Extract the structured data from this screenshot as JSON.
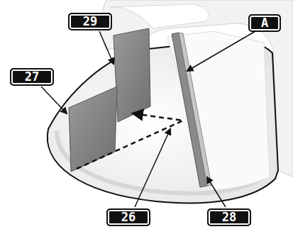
{
  "diagram": {
    "labels": [
      "29",
      "A",
      "27",
      "26",
      "28"
    ]
  }
}
